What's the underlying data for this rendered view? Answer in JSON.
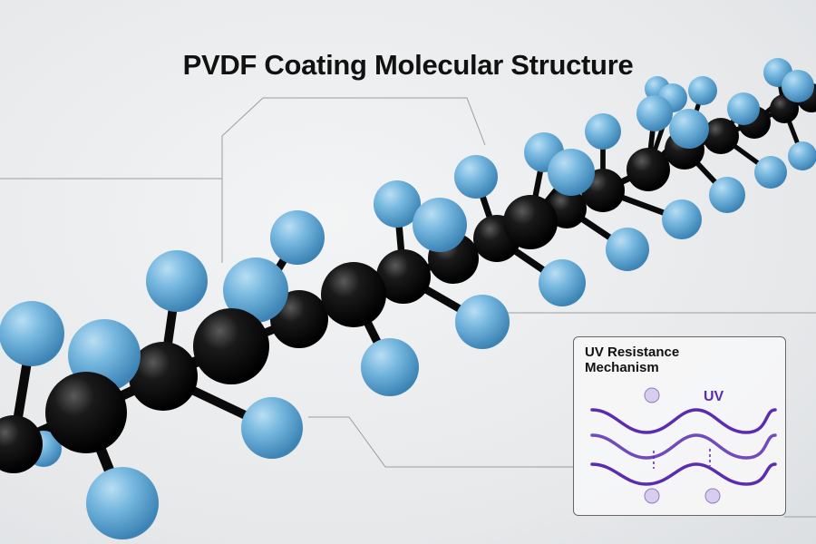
{
  "title": "PVDF Coating Molecular Structure",
  "inset": {
    "title": "UV Resistance Mechanism",
    "uv_label": "UV"
  },
  "colors": {
    "carbon_atom": "#111111",
    "fluorine_atom": "#6fb3dc",
    "wave": "#5b2bb0",
    "photon": "#d8cdee"
  },
  "icons": [
    "carbon-atom",
    "fluorine-atom",
    "uv-wave",
    "photon-circle"
  ]
}
